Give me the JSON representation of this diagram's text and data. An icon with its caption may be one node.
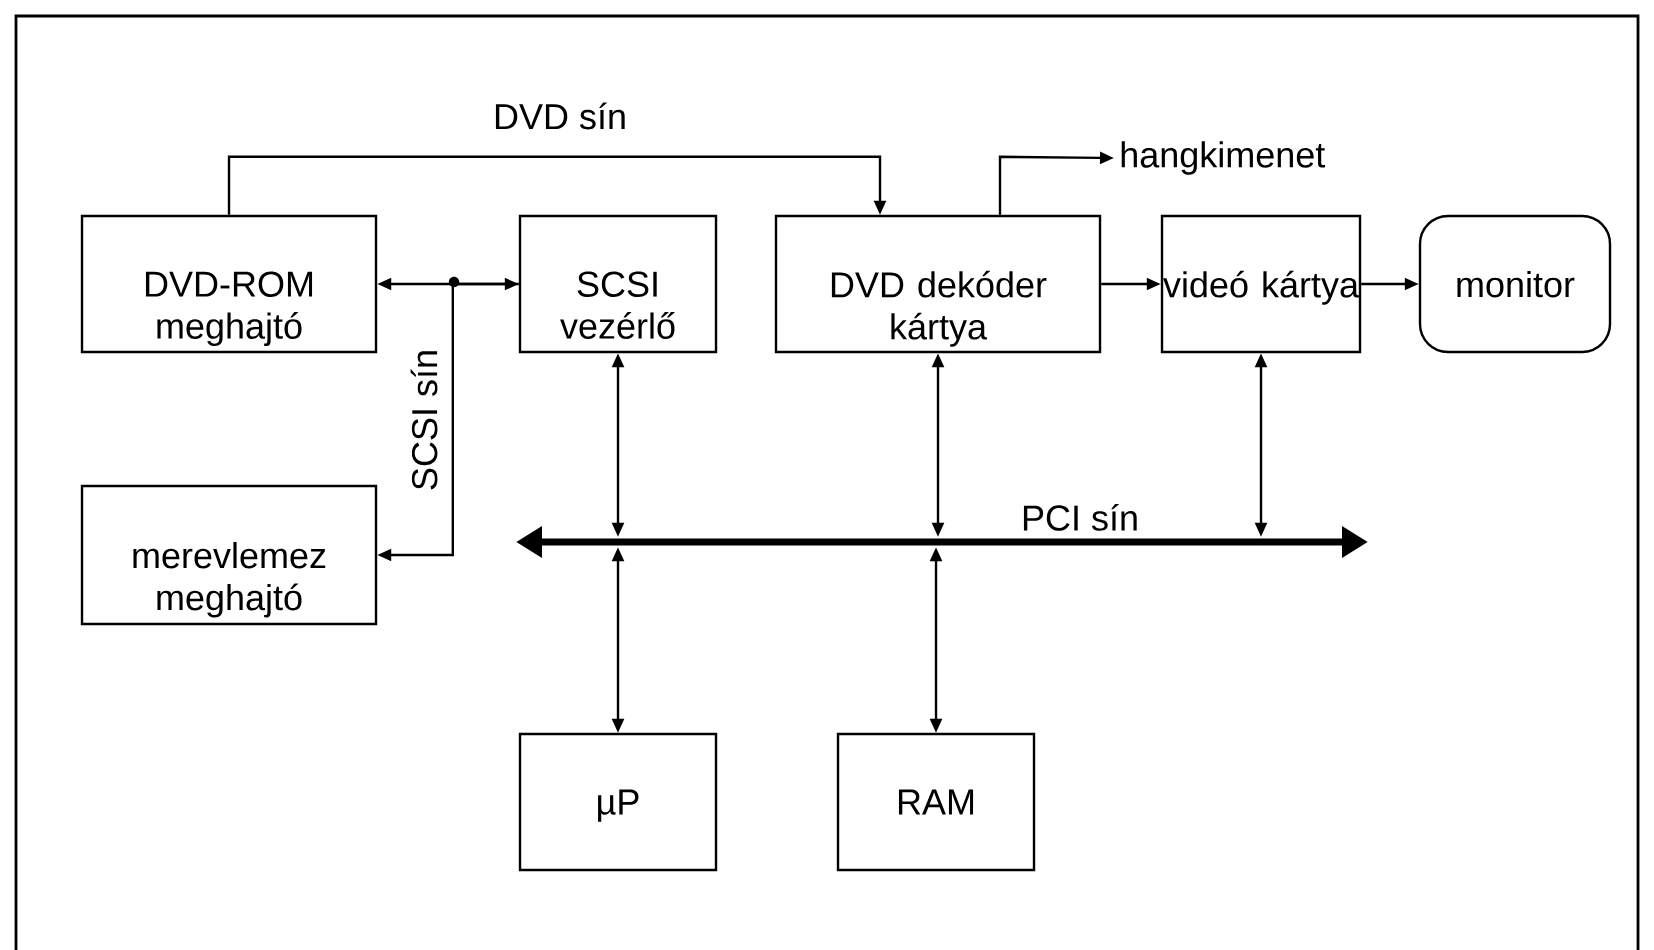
{
  "diagram": {
    "nodes": [
      {
        "text": [
          "DVD-ROM meghajtó"
        ]
      },
      {
        "text": [
          "SCSI vezérlő"
        ]
      },
      {
        "text": [
          "DVD dekóder kártya"
        ]
      },
      {
        "text": [
          "hangkimenet"
        ]
      },
      {
        "text": [
          "videó kártya"
        ]
      },
      {
        "text": [
          "monitor"
        ]
      },
      {
        "text": [
          "merevlemez meghajtó"
        ]
      },
      {
        "text": [
          "PCI sín"
        ]
      },
      {
        "text": [
          "µP"
        ]
      },
      {
        "text": [
          "RAM"
        ]
      }
    ],
    "edges": [
      {
        "from": 0,
        "to": 2,
        "arrow": "to",
        "label": "DVD sín"
      },
      {
        "from": 0,
        "to": 1,
        "arrow": "both"
      },
      {
        "from": 1,
        "to": 6,
        "arrow": "to",
        "label": "SCSI sín"
      },
      {
        "from": 2,
        "to": 3,
        "arrow": "to"
      },
      {
        "from": 2,
        "to": 4,
        "arrow": "to"
      },
      {
        "from": 4,
        "to": 5,
        "arrow": "to"
      },
      {
        "from": 1,
        "to": 7,
        "arrow": "both"
      },
      {
        "from": 2,
        "to": 7,
        "arrow": "both"
      },
      {
        "from": 4,
        "to": 7,
        "arrow": "both"
      },
      {
        "from": 8,
        "to": 7,
        "arrow": "both"
      },
      {
        "from": 9,
        "to": 7,
        "arrow": "both"
      }
    ]
  }
}
